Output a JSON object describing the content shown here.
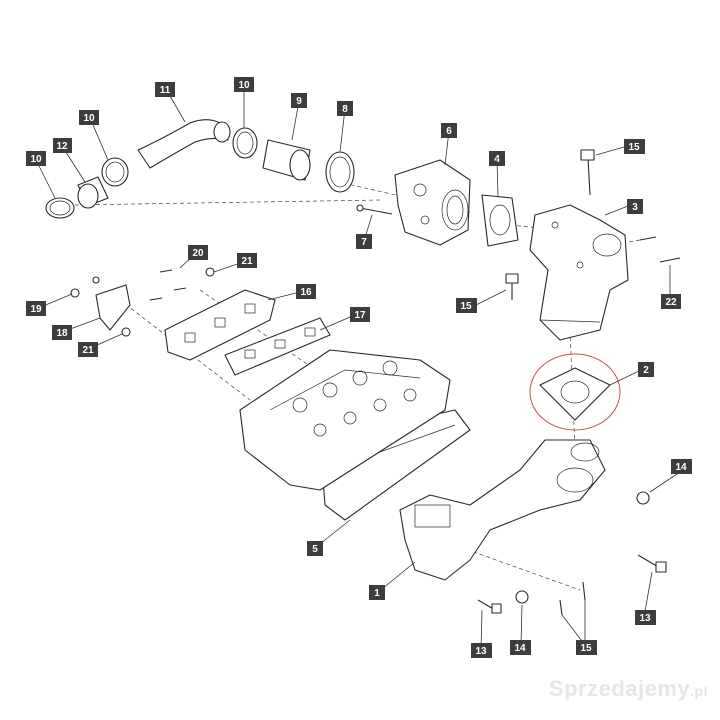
{
  "labels": {
    "l1": "1",
    "l2": "2",
    "l3": "3",
    "l4": "4",
    "l5": "5",
    "l6": "6",
    "l7": "7",
    "l8": "8",
    "l9": "9",
    "l10a": "10",
    "l10b": "10",
    "l10c": "10",
    "l11": "11",
    "l12": "12",
    "l13a": "13",
    "l13b": "13",
    "l14a": "14",
    "l14b": "14",
    "l15a": "15",
    "l15b": "15",
    "l15c": "15",
    "l16": "16",
    "l17": "17",
    "l18": "18",
    "l19": "19",
    "l20": "20",
    "l21a": "21",
    "l21b": "21",
    "l22": "22"
  },
  "watermark": {
    "text": "Sprzedajemy",
    "suffix": ".pl"
  }
}
